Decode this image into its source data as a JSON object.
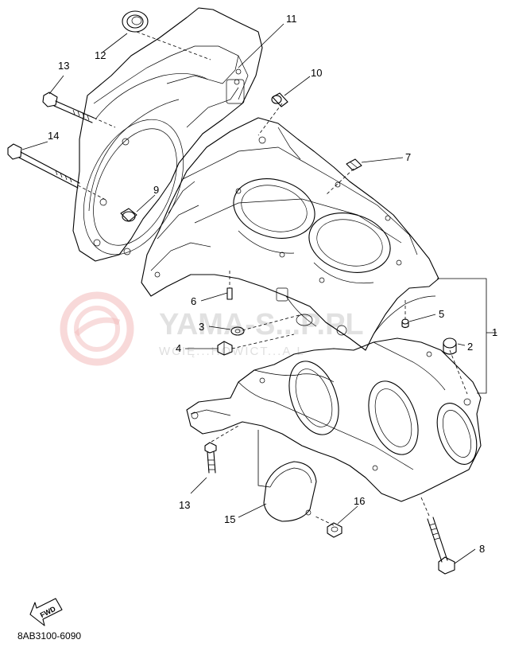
{
  "diagram": {
    "reference_code": "8AB3100-6090",
    "fwd_label": "FWD",
    "watermark": {
      "brand": "YAMA-S...P.PL",
      "subtitle": "WCIĘ...HOWICT...A.L"
    },
    "callouts": [
      {
        "id": "c1",
        "label": "1"
      },
      {
        "id": "c2",
        "label": "2"
      },
      {
        "id": "c3",
        "label": "3"
      },
      {
        "id": "c4",
        "label": "4"
      },
      {
        "id": "c5",
        "label": "5"
      },
      {
        "id": "c6",
        "label": "6"
      },
      {
        "id": "c7",
        "label": "7"
      },
      {
        "id": "c8",
        "label": "8"
      },
      {
        "id": "c9",
        "label": "9"
      },
      {
        "id": "c10",
        "label": "10"
      },
      {
        "id": "c11",
        "label": "11"
      },
      {
        "id": "c12",
        "label": "12"
      },
      {
        "id": "c13a",
        "label": "13"
      },
      {
        "id": "c13b",
        "label": "13"
      },
      {
        "id": "c14",
        "label": "14"
      },
      {
        "id": "c15",
        "label": "15"
      },
      {
        "id": "c16",
        "label": "16"
      }
    ]
  }
}
